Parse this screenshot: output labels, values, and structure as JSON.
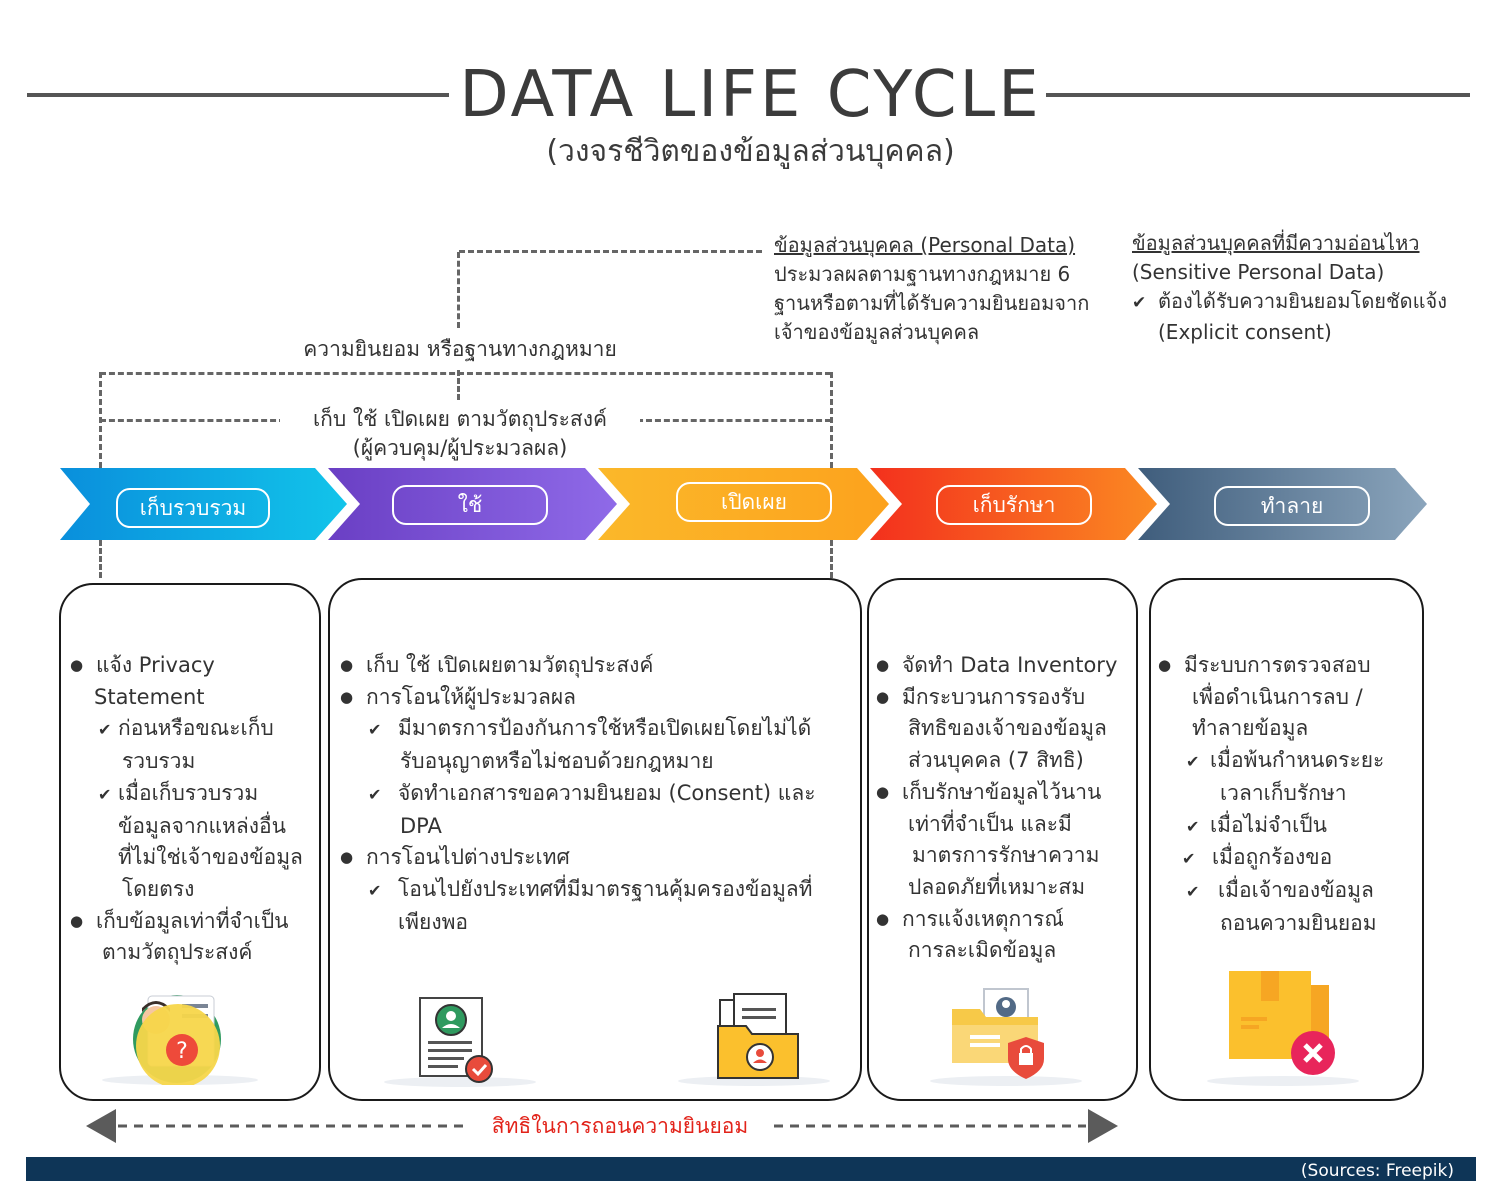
{
  "header": {
    "title": "DATA  LIFE  CYCLE",
    "subtitle": "(วงจรชีวิตของข้อมูลส่วนบุคคล)"
  },
  "personal_data": {
    "heading": "ข้อมูลส่วนบุคคล (Personal Data)",
    "lines": [
      "ประมวลผลตามฐานทางกฎหมาย 6",
      "ฐานหรือตามที่ได้รับความยินยอมจาก",
      "เจ้าของข้อมูลส่วนบุคคล"
    ]
  },
  "sensitive_data": {
    "heading": "ข้อมูลส่วนบุคคลที่มีความอ่อนไหว",
    "subheading": "(Sensitive Personal Data)",
    "check1": "ต้องได้รับความยินยอมโดยชัดแจ้ง",
    "check2": "(Explicit consent)"
  },
  "labels": {
    "consent": "ความยินยอม หรือฐานทางกฎหมาย",
    "purpose": "เก็บ ใช้ เปิดเผย ตามวัตถุประสงค์",
    "controller": "(ผู้ควบคุม/ผู้ประมวลผล)",
    "withdraw": "สิทธิในการถอนความยินยอม"
  },
  "stages": [
    {
      "label": "เก็บรวบรวม",
      "color": "#0a9be0"
    },
    {
      "label": "ใช้",
      "color": "#7b52d3"
    },
    {
      "label": "เปิดเผย",
      "color": "#f9a825"
    },
    {
      "label": "เก็บรักษา",
      "color": "#f5431f"
    },
    {
      "label": "ทำลาย",
      "color": "#4e6b86"
    }
  ],
  "box1": {
    "b1a": "แจ้ง Privacy",
    "b1b": "Statement",
    "c1a": "ก่อนหรือขณะเก็บ",
    "c1b": "รวบรวม",
    "c2a": "เมื่อเก็บรวบรวม",
    "c2b": "ข้อมูลจากแหล่งอื่น",
    "c2c": "ที่ไม่ใช่เจ้าของข้อมูล",
    "c2d": "โดยตรง",
    "b2a": "เก็บข้อมูลเท่าที่จำเป็น",
    "b2b": "ตามวัตถุประสงค์"
  },
  "box2": {
    "b1": "เก็บ ใช้ เปิดเผยตามวัตถุประสงค์",
    "b2": "การโอนให้ผู้ประมวลผล",
    "c1a": "มีมาตรการป้องกันการใช้หรือเปิดเผยโดยไม่ได้",
    "c1b": "รับอนุญาตหรือไม่ชอบด้วยกฎหมาย",
    "c2a": "จัดทำเอกสารขอความยินยอม (Consent) และ",
    "c2b": "DPA",
    "b3": "การโอนไปต่างประเทศ",
    "c3a": "โอนไปยังประเทศที่มีมาตรฐานคุ้มครองข้อมูลที่",
    "c3b": "เพียงพอ"
  },
  "box3": {
    "b1": "จัดทำ Data Inventory",
    "b2a": "มีกระบวนการรองรับ",
    "b2b": "สิทธิของเจ้าของข้อมูล",
    "b2c": "ส่วนบุคคล (7 สิทธิ)",
    "b3a": "เก็บรักษาข้อมูลไว้นาน",
    "b3b": "เท่าที่จำเป็น และมี",
    "b3c": "มาตรการรักษาความ",
    "b3d": "ปลอดภัยที่เหมาะสม",
    "b4a": "การแจ้งเหตุการณ์",
    "b4b": "การละเมิดข้อมูล"
  },
  "box4": {
    "b1a": "มีระบบการตรวจสอบ",
    "b1b": "เพื่อดำเนินการลบ /",
    "b1c": "ทำลายข้อมูล",
    "c1a": "เมื่อพ้นกำหนดระยะ",
    "c1b": "เวลาเก็บรักษา",
    "c2": "เมื่อไม่จำเป็น",
    "c3": "เมื่อถูกร้องขอ",
    "c4a": "เมื่อเจ้าของข้อมูล",
    "c4b": "ถอนความยินยอม"
  },
  "footer": {
    "source": "(Sources: Freepik)"
  },
  "icons": [
    "profile-question-icon",
    "resume-check-icon",
    "folder-profile-icon",
    "secure-folder-icon",
    "box-delete-icon"
  ]
}
